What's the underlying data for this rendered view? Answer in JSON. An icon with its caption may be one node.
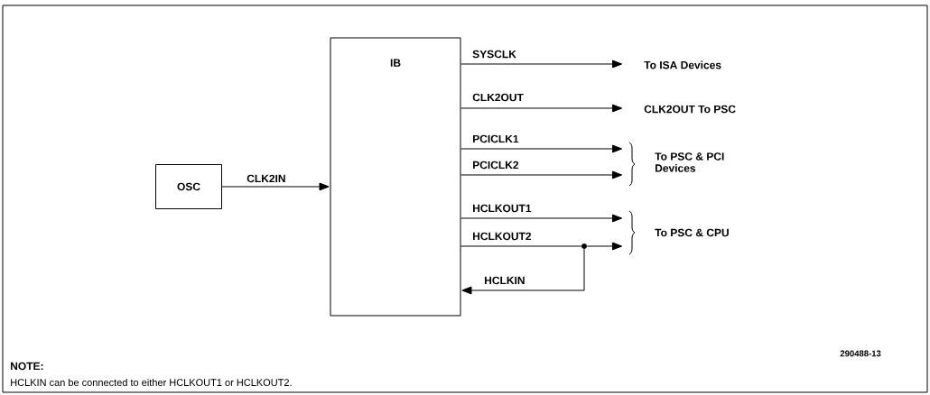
{
  "diagram": {
    "nodes": [
      {
        "text": [
          "OSC"
        ]
      },
      {
        "text": [
          "IB"
        ]
      },
      {
        "text": [
          "To ISA Devices"
        ]
      },
      {
        "text": [
          "CLK2OUT To PSC"
        ]
      },
      {
        "text": [
          "To PSC & PCI Devices"
        ]
      },
      {
        "text": [
          "To PSC & CPU"
        ]
      },
      {
        "text": [],
        "shape": "circle"
      }
    ],
    "edges": [
      {
        "from": 0,
        "to": 1,
        "arrow": "to",
        "label": "CLK2IN"
      },
      {
        "from": 1,
        "to": 2,
        "arrow": "to",
        "label": "SYSCLK"
      },
      {
        "from": 1,
        "to": 3,
        "arrow": "to",
        "label": "CLK2OUT"
      },
      {
        "from": 1,
        "to": 4,
        "arrow": "to",
        "label": "PCICLK1"
      },
      {
        "from": 1,
        "to": 4,
        "arrow": "to",
        "label": "PCICLK2"
      },
      {
        "from": 1,
        "to": 5,
        "arrow": "to",
        "label": "HCLKOUT1"
      },
      {
        "from": 1,
        "to": 6,
        "arrow": "none",
        "label": "HCLKOUT2"
      },
      {
        "from": 6,
        "to": 5,
        "arrow": "to"
      },
      {
        "from": 6,
        "to": 1,
        "arrow": "to",
        "label": "HCLKIN"
      }
    ],
    "labels": [
      "290488-13",
      "NOTE:",
      "HCLKIN can be connected to either HCLKOUT1 or HCLKOUT2."
    ]
  }
}
